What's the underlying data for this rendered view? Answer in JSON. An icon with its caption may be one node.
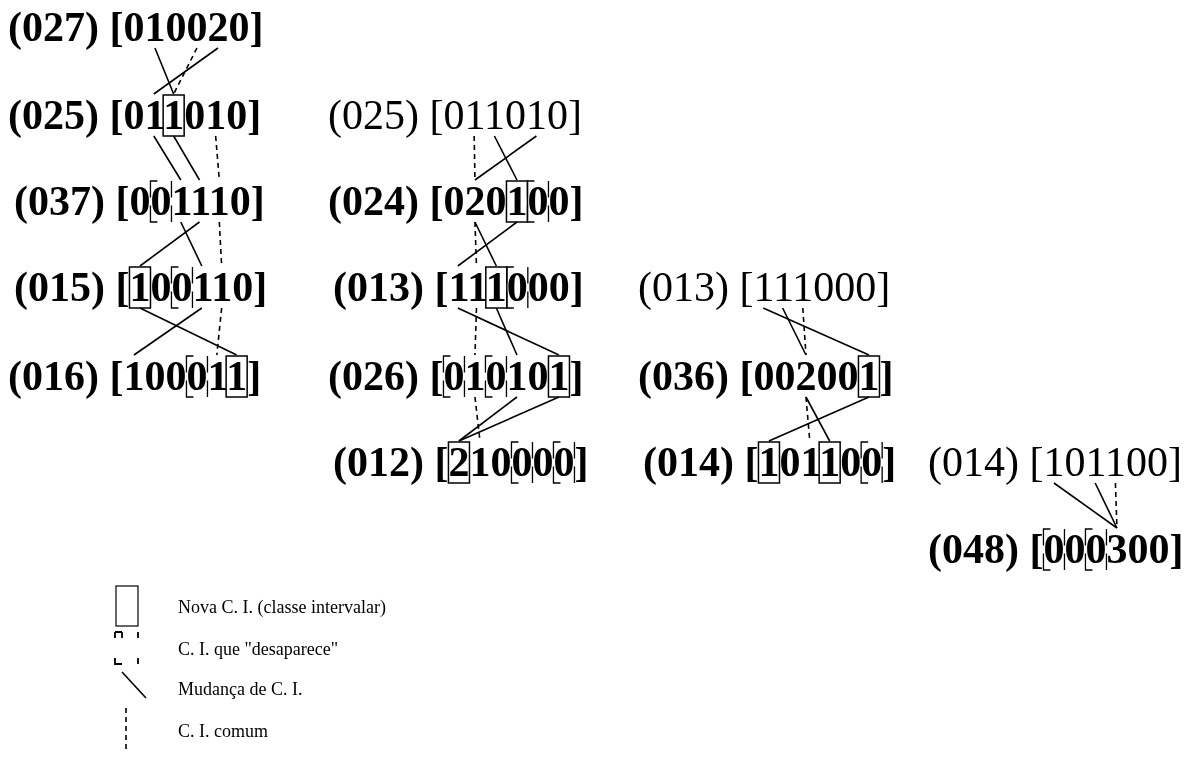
{
  "diagram": {
    "nodes": [
      {
        "text": [
          "(027) [010020]"
        ]
      },
      {
        "text": [
          "(025) [011010]"
        ]
      },
      {
        "text": [
          "(025) [011010]"
        ]
      },
      {
        "text": [
          "(037) [001110]"
        ]
      },
      {
        "text": [
          "(024) [020100]"
        ]
      },
      {
        "text": [
          "(015) [100110]"
        ]
      },
      {
        "text": [
          "(013) [111000]"
        ]
      },
      {
        "text": [
          "(013) [111000]"
        ]
      },
      {
        "text": [
          "(016) [100011]"
        ]
      },
      {
        "text": [
          "(026) [010101]"
        ]
      },
      {
        "text": [
          "(036) [002001]"
        ]
      },
      {
        "text": [
          "(012) [210000]"
        ]
      },
      {
        "text": [
          "(014) [101100]"
        ]
      },
      {
        "text": [
          "(014) [101100]"
        ]
      },
      {
        "text": [
          "(048) [000300]"
        ]
      }
    ],
    "edges": [
      {
        "from": 0,
        "to": 1,
        "arrow": "none"
      },
      {
        "from": 0,
        "to": 1,
        "arrow": "none",
        "style": "dashed"
      },
      {
        "from": 0,
        "to": 1,
        "arrow": "none"
      },
      {
        "from": 1,
        "to": 3,
        "arrow": "none"
      },
      {
        "from": 1,
        "to": 3,
        "arrow": "none"
      },
      {
        "from": 1,
        "to": 3,
        "arrow": "none",
        "style": "dashed"
      },
      {
        "from": 2,
        "to": 4,
        "arrow": "none",
        "style": "dashed"
      },
      {
        "from": 2,
        "to": 4,
        "arrow": "none"
      },
      {
        "from": 2,
        "to": 4,
        "arrow": "none"
      },
      {
        "from": 3,
        "to": 5,
        "arrow": "none"
      },
      {
        "from": 3,
        "to": 5,
        "arrow": "none"
      },
      {
        "from": 3,
        "to": 5,
        "arrow": "none",
        "style": "dashed"
      },
      {
        "from": 4,
        "to": 6,
        "arrow": "none"
      },
      {
        "from": 4,
        "to": 6,
        "arrow": "none"
      },
      {
        "from": 4,
        "to": 6,
        "arrow": "none",
        "style": "dashed"
      },
      {
        "from": 5,
        "to": 8,
        "arrow": "none"
      },
      {
        "from": 5,
        "to": 8,
        "arrow": "none"
      },
      {
        "from": 5,
        "to": 8,
        "arrow": "none",
        "style": "dashed"
      },
      {
        "from": 6,
        "to": 9,
        "arrow": "none"
      },
      {
        "from": 6,
        "to": 9,
        "arrow": "none"
      },
      {
        "from": 6,
        "to": 9,
        "arrow": "none",
        "style": "dashed"
      },
      {
        "from": 7,
        "to": 10,
        "arrow": "none"
      },
      {
        "from": 7,
        "to": 10,
        "arrow": "none"
      },
      {
        "from": 7,
        "to": 10,
        "arrow": "none",
        "style": "dashed"
      },
      {
        "from": 9,
        "to": 11,
        "arrow": "none",
        "style": "dashed"
      },
      {
        "from": 9,
        "to": 11,
        "arrow": "none"
      },
      {
        "from": 9,
        "to": 11,
        "arrow": "none"
      },
      {
        "from": 10,
        "to": 12,
        "arrow": "none"
      },
      {
        "from": 10,
        "to": 12,
        "arrow": "none"
      },
      {
        "from": 10,
        "to": 12,
        "arrow": "none",
        "style": "dashed"
      },
      {
        "from": 13,
        "to": 14,
        "arrow": "none"
      },
      {
        "from": 13,
        "to": 14,
        "arrow": "none"
      },
      {
        "from": 13,
        "to": 14,
        "arrow": "none",
        "style": "dashed"
      }
    ],
    "legend": [
      {
        "text": "Nova C. I. (classe intervalar)"
      },
      {
        "text": "C. I. que \"desaparece\""
      },
      {
        "text": "Mudança de C. I."
      },
      {
        "text": "C. I. comum"
      }
    ]
  }
}
